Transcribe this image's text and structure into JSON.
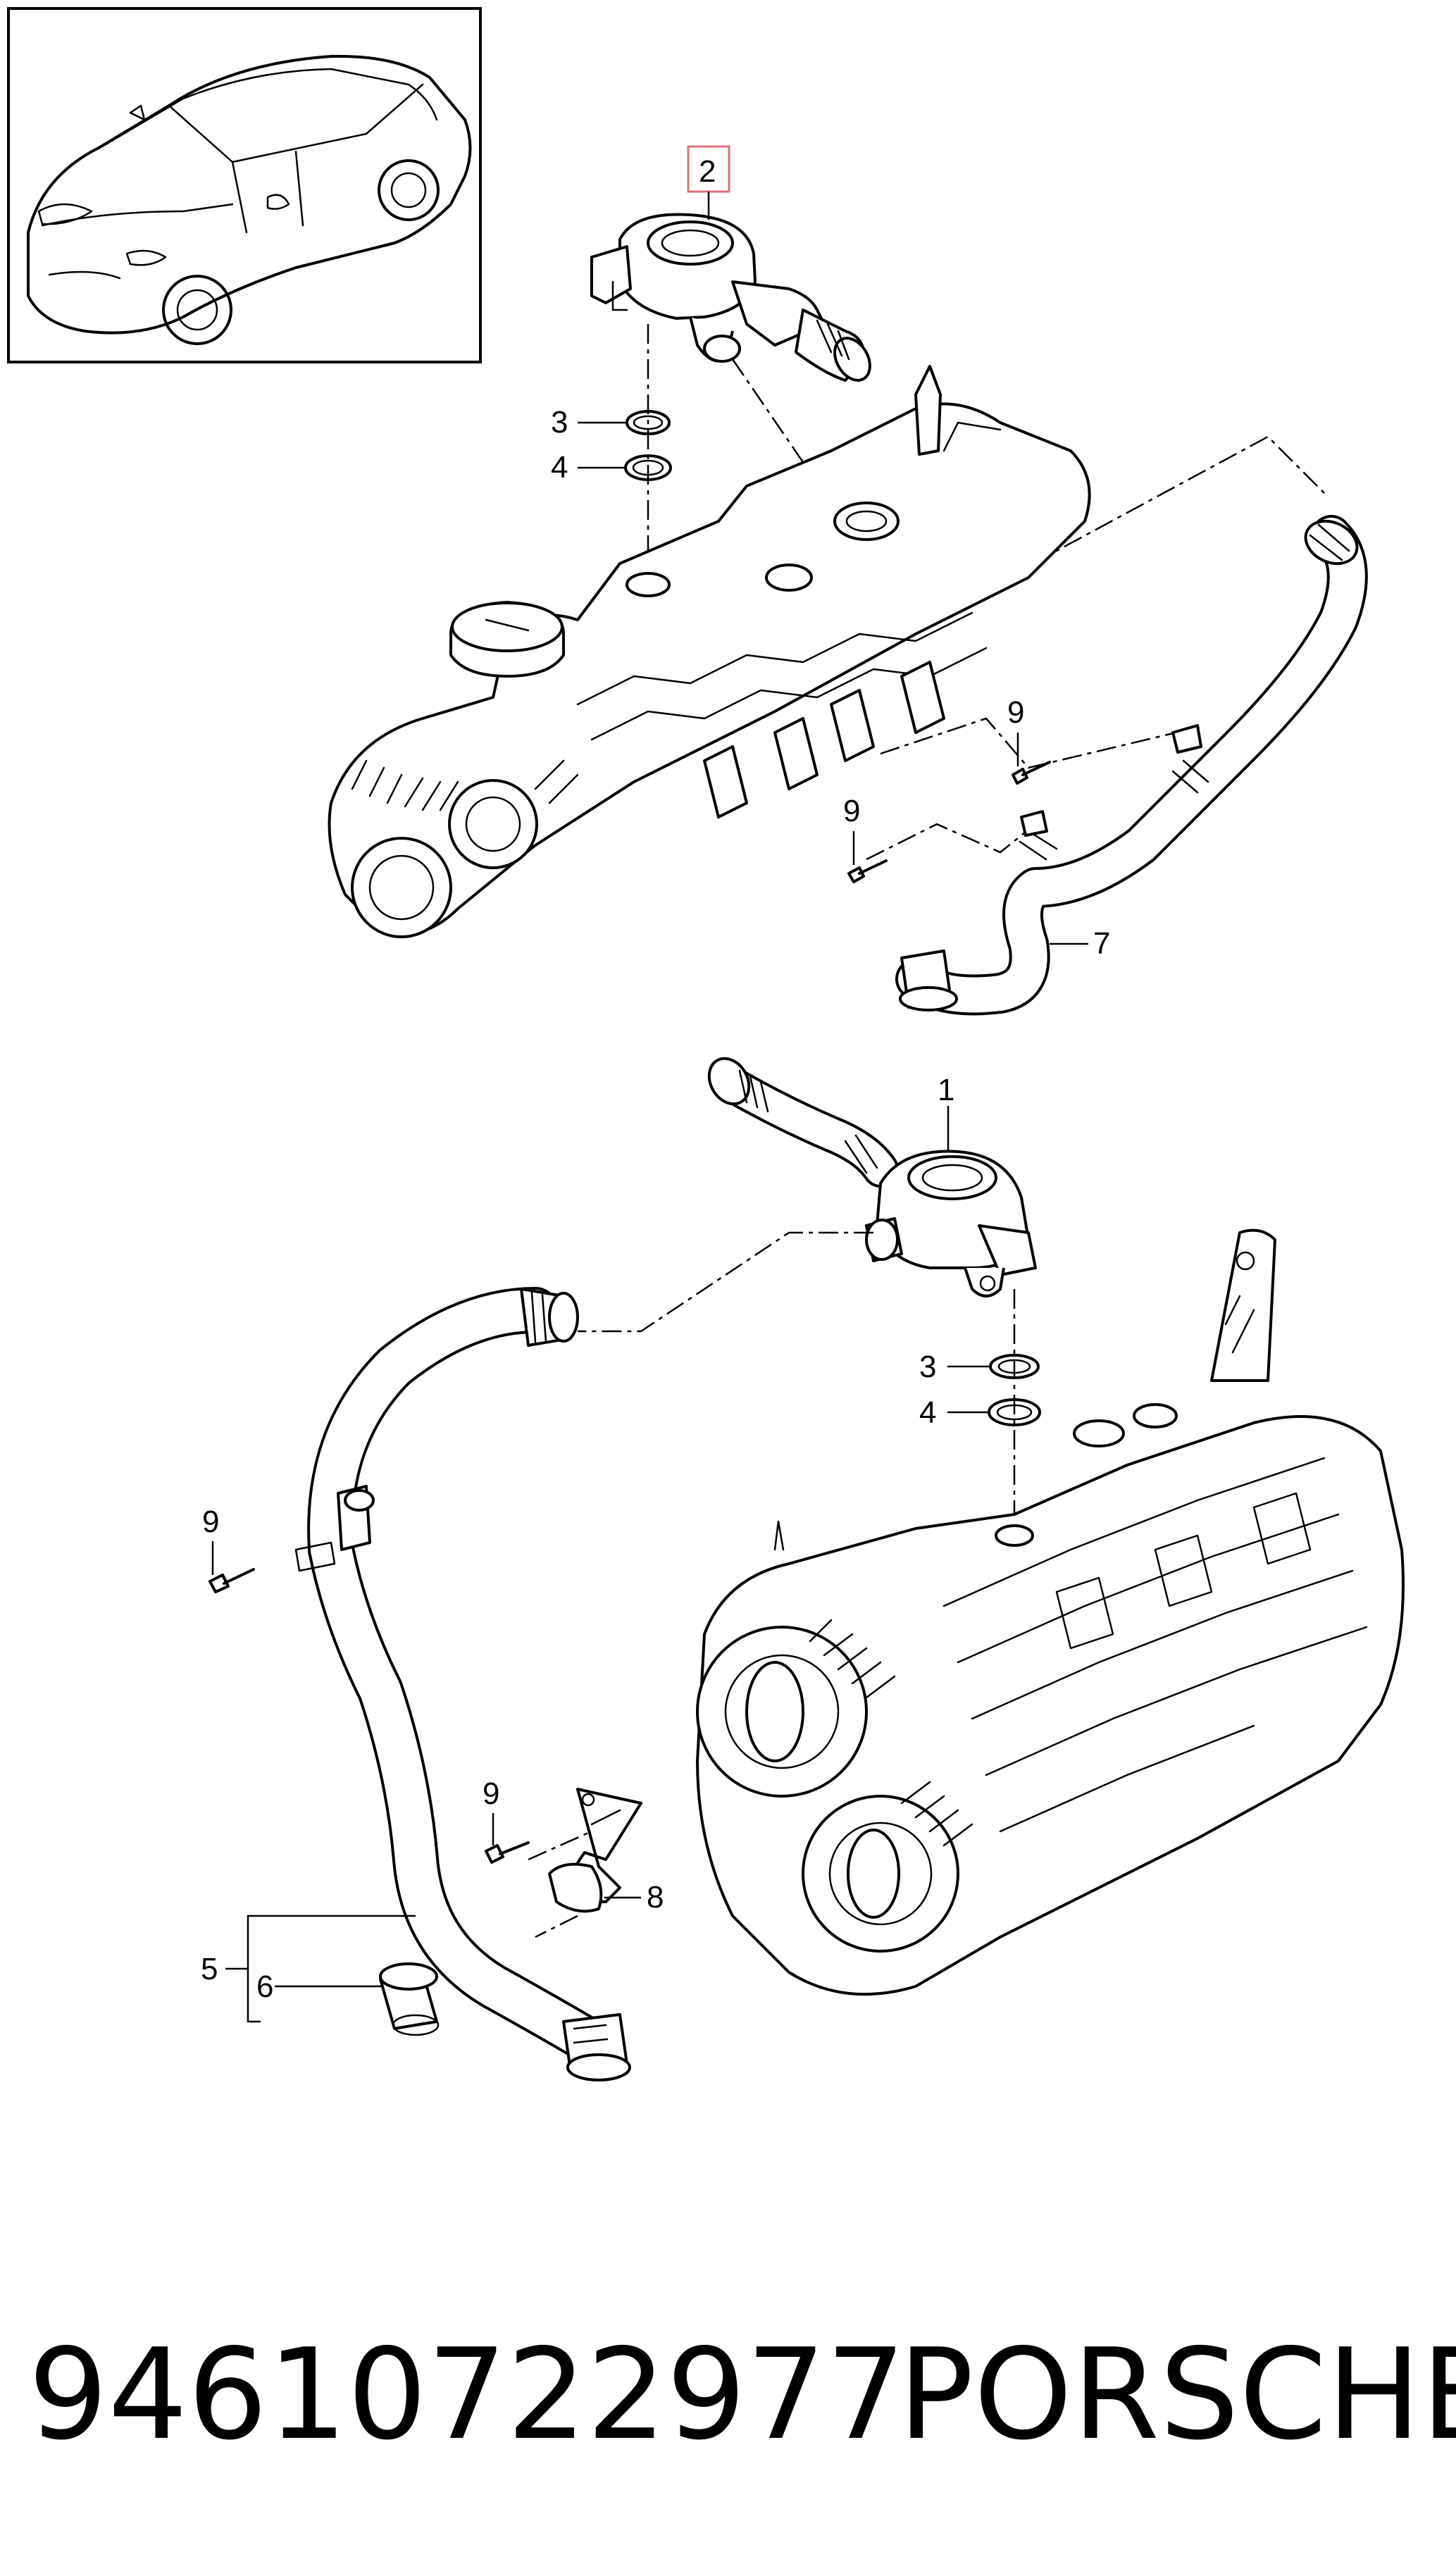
{
  "callouts": {
    "c1": "1",
    "c2": "2",
    "c3a": "3",
    "c4a": "4",
    "c3b": "3",
    "c4b": "4",
    "c5": "5",
    "c6": "6",
    "c7": "7",
    "c8": "8",
    "c9a": "9",
    "c9b": "9",
    "c9c": "9",
    "c9d": "9"
  },
  "footer": {
    "part_number": "94610722977",
    "brand": "PORSCHE"
  },
  "colors": {
    "line": "#000000",
    "background": "#ffffff",
    "highlight_box": "#e0707a"
  }
}
